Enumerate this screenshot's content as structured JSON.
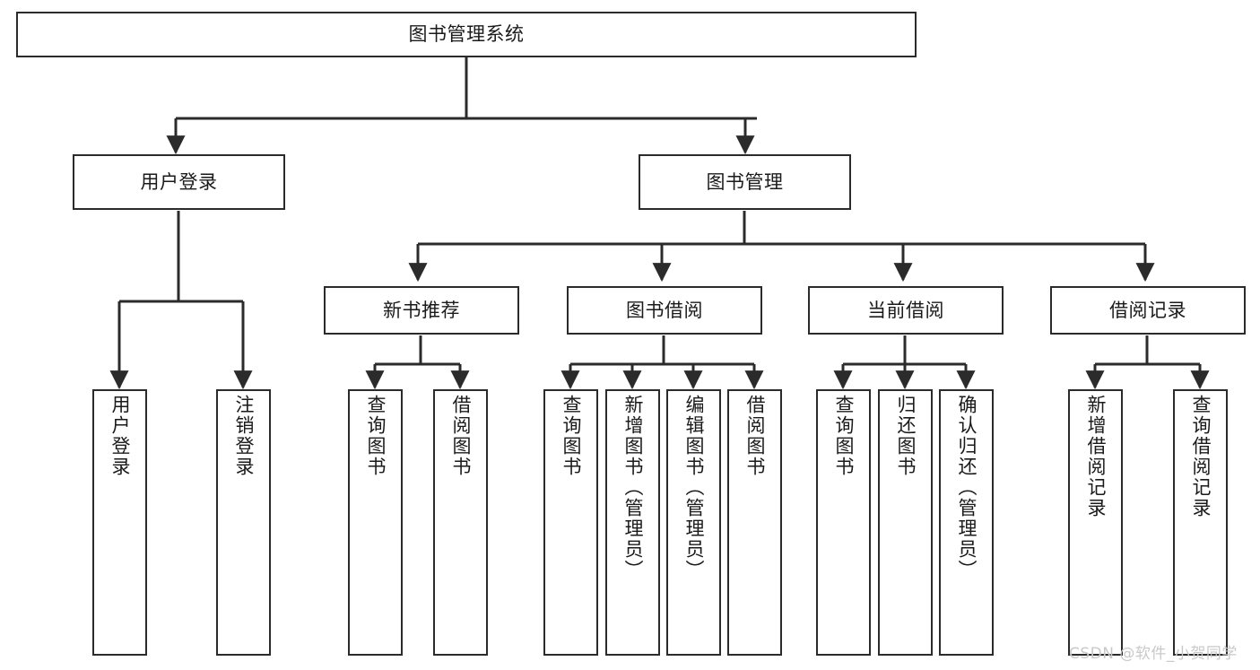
{
  "diagram": {
    "title": "图书管理系统",
    "type": "hierarchy-tree",
    "levels": 4,
    "colors": {
      "box_border": "#2b2b2b",
      "box_fill": "#ffffff",
      "connector": "#2b2b2b",
      "text": "#1a1a1a",
      "watermark": "#c9c9c9",
      "background": "#ffffff"
    },
    "nodes": {
      "root": {
        "label": "图书管理系统",
        "orientation": "horizontal"
      },
      "l1": [
        {
          "label": "用户登录",
          "orientation": "horizontal"
        },
        {
          "label": "图书管理",
          "orientation": "horizontal"
        }
      ],
      "l2": [
        {
          "label": "新书推荐",
          "orientation": "horizontal"
        },
        {
          "label": "图书借阅",
          "orientation": "horizontal"
        },
        {
          "label": "当前借阅",
          "orientation": "horizontal"
        },
        {
          "label": "借阅记录",
          "orientation": "horizontal"
        }
      ],
      "leaves_user": [
        {
          "label": "用户登录",
          "orientation": "vertical"
        },
        {
          "label": "注销登录",
          "orientation": "vertical"
        }
      ],
      "leaves_newbook": [
        {
          "label": "查询图书",
          "orientation": "vertical"
        },
        {
          "label": "借阅图书",
          "orientation": "vertical"
        }
      ],
      "leaves_borrow": [
        {
          "label": "查询图书",
          "orientation": "vertical"
        },
        {
          "label": "新增图书（管理员）",
          "orientation": "vertical"
        },
        {
          "label": "编辑图书（管理员）",
          "orientation": "vertical"
        },
        {
          "label": "借阅图书",
          "orientation": "vertical"
        }
      ],
      "leaves_current": [
        {
          "label": "查询图书",
          "orientation": "vertical"
        },
        {
          "label": "归还图书",
          "orientation": "vertical"
        },
        {
          "label": "确认归还（管理员）",
          "orientation": "vertical"
        }
      ],
      "leaves_records": [
        {
          "label": "新增借阅记录",
          "orientation": "vertical"
        },
        {
          "label": "查询借阅记录",
          "orientation": "vertical"
        }
      ]
    },
    "watermark": "CSDN @软件_小贺同学"
  }
}
